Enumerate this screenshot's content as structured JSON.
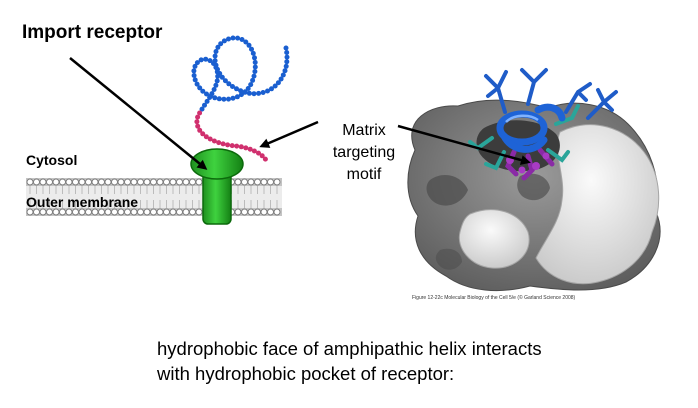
{
  "labels": {
    "title": "Import receptor",
    "cytosol": "Cytosol",
    "outer_membrane": "Outer membrane",
    "motif": [
      "Matrix",
      "targeting",
      "motif"
    ],
    "credit": "Figure 12-22c Molecular Biology of the Cell 5/e (© Garland Science 2008)"
  },
  "caption": [
    "hydrophobic face of amphipathic helix interacts",
    "with hydrophobic pocket of receptor:"
  ],
  "colors": {
    "receptor": "#21a821",
    "receptor_dark": "#0c6a0c",
    "chain": "#1a5fd0",
    "signal_chain": "#d0306e",
    "membrane": "#c4c4c4",
    "surface": "#7a7a7a",
    "helix": "#1e63d6",
    "stick_teal": "#2aa59a",
    "stick_purple": "#8a2aa6",
    "arrow": "#000000"
  }
}
